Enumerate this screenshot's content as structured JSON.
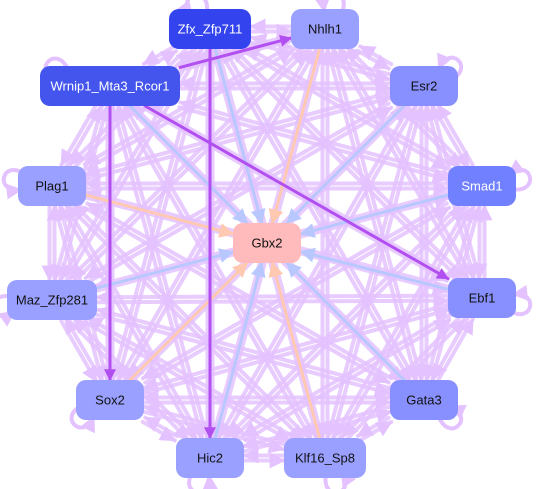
{
  "network": {
    "center": {
      "id": "Gbx2",
      "label": "Gbx2"
    },
    "nodes": [
      {
        "id": "Zfx_Zfp711",
        "label": "Zfx_Zfp711",
        "fill": "#3344ee",
        "text": "#ffffff"
      },
      {
        "id": "Nhlh1",
        "label": "Nhlh1",
        "fill": "#99a0ff",
        "text": "#111111"
      },
      {
        "id": "Esr2",
        "label": "Esr2",
        "fill": "#8890ff",
        "text": "#111111"
      },
      {
        "id": "Smad1",
        "label": "Smad1",
        "fill": "#7080ff",
        "text": "#ffffff"
      },
      {
        "id": "Ebf1",
        "label": "Ebf1",
        "fill": "#8890ff",
        "text": "#111111"
      },
      {
        "id": "Gata3",
        "label": "Gata3",
        "fill": "#8890ff",
        "text": "#111111"
      },
      {
        "id": "Klf16_Sp8",
        "label": "Klf16_Sp8",
        "fill": "#99a0ff",
        "text": "#111111"
      },
      {
        "id": "Hic2",
        "label": "Hic2",
        "fill": "#99a0ff",
        "text": "#111111"
      },
      {
        "id": "Sox2",
        "label": "Sox2",
        "fill": "#99a0ff",
        "text": "#111111"
      },
      {
        "id": "Maz_Zfp281",
        "label": "Maz_Zfp281",
        "fill": "#99a0ff",
        "text": "#111111"
      },
      {
        "id": "Plag1",
        "label": "Plag1",
        "fill": "#99a0ff",
        "text": "#111111"
      },
      {
        "id": "Wrnip1_Mta3_Rcor1",
        "label": "Wrnip1_Mta3_Rcor1",
        "fill": "#4455ee",
        "text": "#ffffff"
      }
    ],
    "center_fill": "#ffbbbb",
    "colors": {
      "edge_mesh": "#e4c2ff",
      "edge_strong": "#b24ff0",
      "edge_blue": "#b8c8ff",
      "edge_peach": "#ffc8b0"
    },
    "edges_strong": [
      [
        "Wrnip1_Mta3_Rcor1",
        "Ebf1"
      ],
      [
        "Wrnip1_Mta3_Rcor1",
        "Nhlh1"
      ],
      [
        "Zfx_Zfp711",
        "Hic2"
      ],
      [
        "Wrnip1_Mta3_Rcor1",
        "Sox2"
      ]
    ],
    "edges_to_center_blue": [
      "Smad1",
      "Ebf1",
      "Gata3",
      "Hic2",
      "Maz_Zfp281",
      "Wrnip1_Mta3_Rcor1",
      "Zfx_Zfp711",
      "Esr2"
    ],
    "edges_to_center_peach": [
      "Nhlh1",
      "Plag1",
      "Sox2",
      "Klf16_Sp8"
    ]
  }
}
